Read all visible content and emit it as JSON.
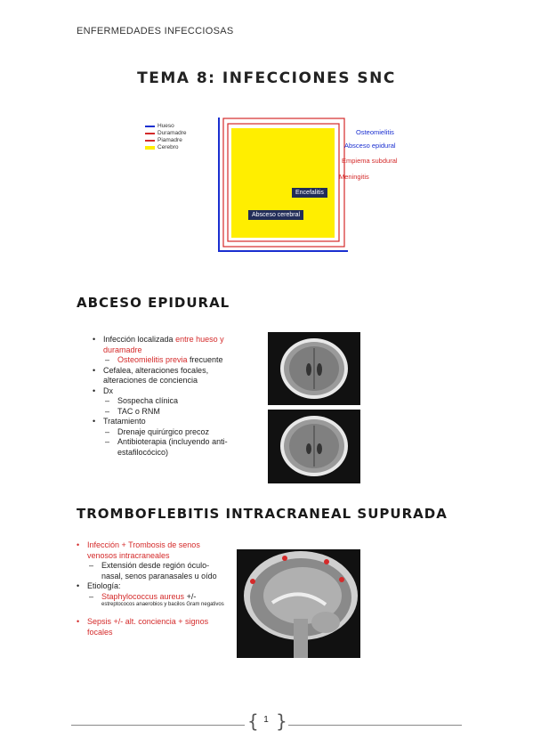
{
  "header": "ENFERMEDADES INFECCIOSAS",
  "title": "TEMA 8: INFECCIONES SNC",
  "legend": [
    {
      "label": "Hueso",
      "color": "#1a2fd0"
    },
    {
      "label": "Duramadre",
      "color": "#d42a2a"
    },
    {
      "label": "Piamadre",
      "color": "#d42a2a"
    },
    {
      "label": "Cerebro",
      "color": "#ffee00"
    }
  ],
  "diagram": {
    "labels": {
      "osteomielitis": "Osteomielitis",
      "absceso_epidural": "Absceso epidural",
      "empiema": "Empiema subdural",
      "meningitis": "Meningitis"
    },
    "boxes": {
      "encefalitis": "Encefalitis",
      "absceso_cerebral": "Absceso cerebral"
    }
  },
  "section1": {
    "heading": "ABCESO EPIDURAL",
    "bullets": {
      "b1_pre": "Infección localizada ",
      "b1_red": "entre hueso y duramadre",
      "b1_sub_red": "Osteomielitis previa",
      "b1_sub_rest": " frecuente",
      "b2": "Cefalea, alteraciones focales, alteraciones de conciencia",
      "b3": "Dx",
      "b3_s1": "Sospecha clínica",
      "b3_s2": "TAC o RNM",
      "b4": "Tratamiento",
      "b4_s1": "Drenaje quirúrgico precoz",
      "b4_s2": "Antibioterapia (incluyendo anti-estafilocócico)"
    }
  },
  "section2": {
    "heading": "TROMBOFLEBITIS INTRACRANEAL SUPURADA",
    "bullets": {
      "b1": "Infección + Trombosis de senos venosos intracraneales",
      "b1_s1": "Extensión desde región óculo-nasal, senos paranasales u oído",
      "b2": "Etiología:",
      "b2_s1_red": "Staphylococcus aureus",
      "b2_s1_rest": " +/-",
      "b2_small": "estreptococos anaerobios y bacilos Gram negativos",
      "b3": "Sepsis +/- alt. conciencia + signos focales"
    }
  },
  "footer": {
    "page": "1"
  }
}
